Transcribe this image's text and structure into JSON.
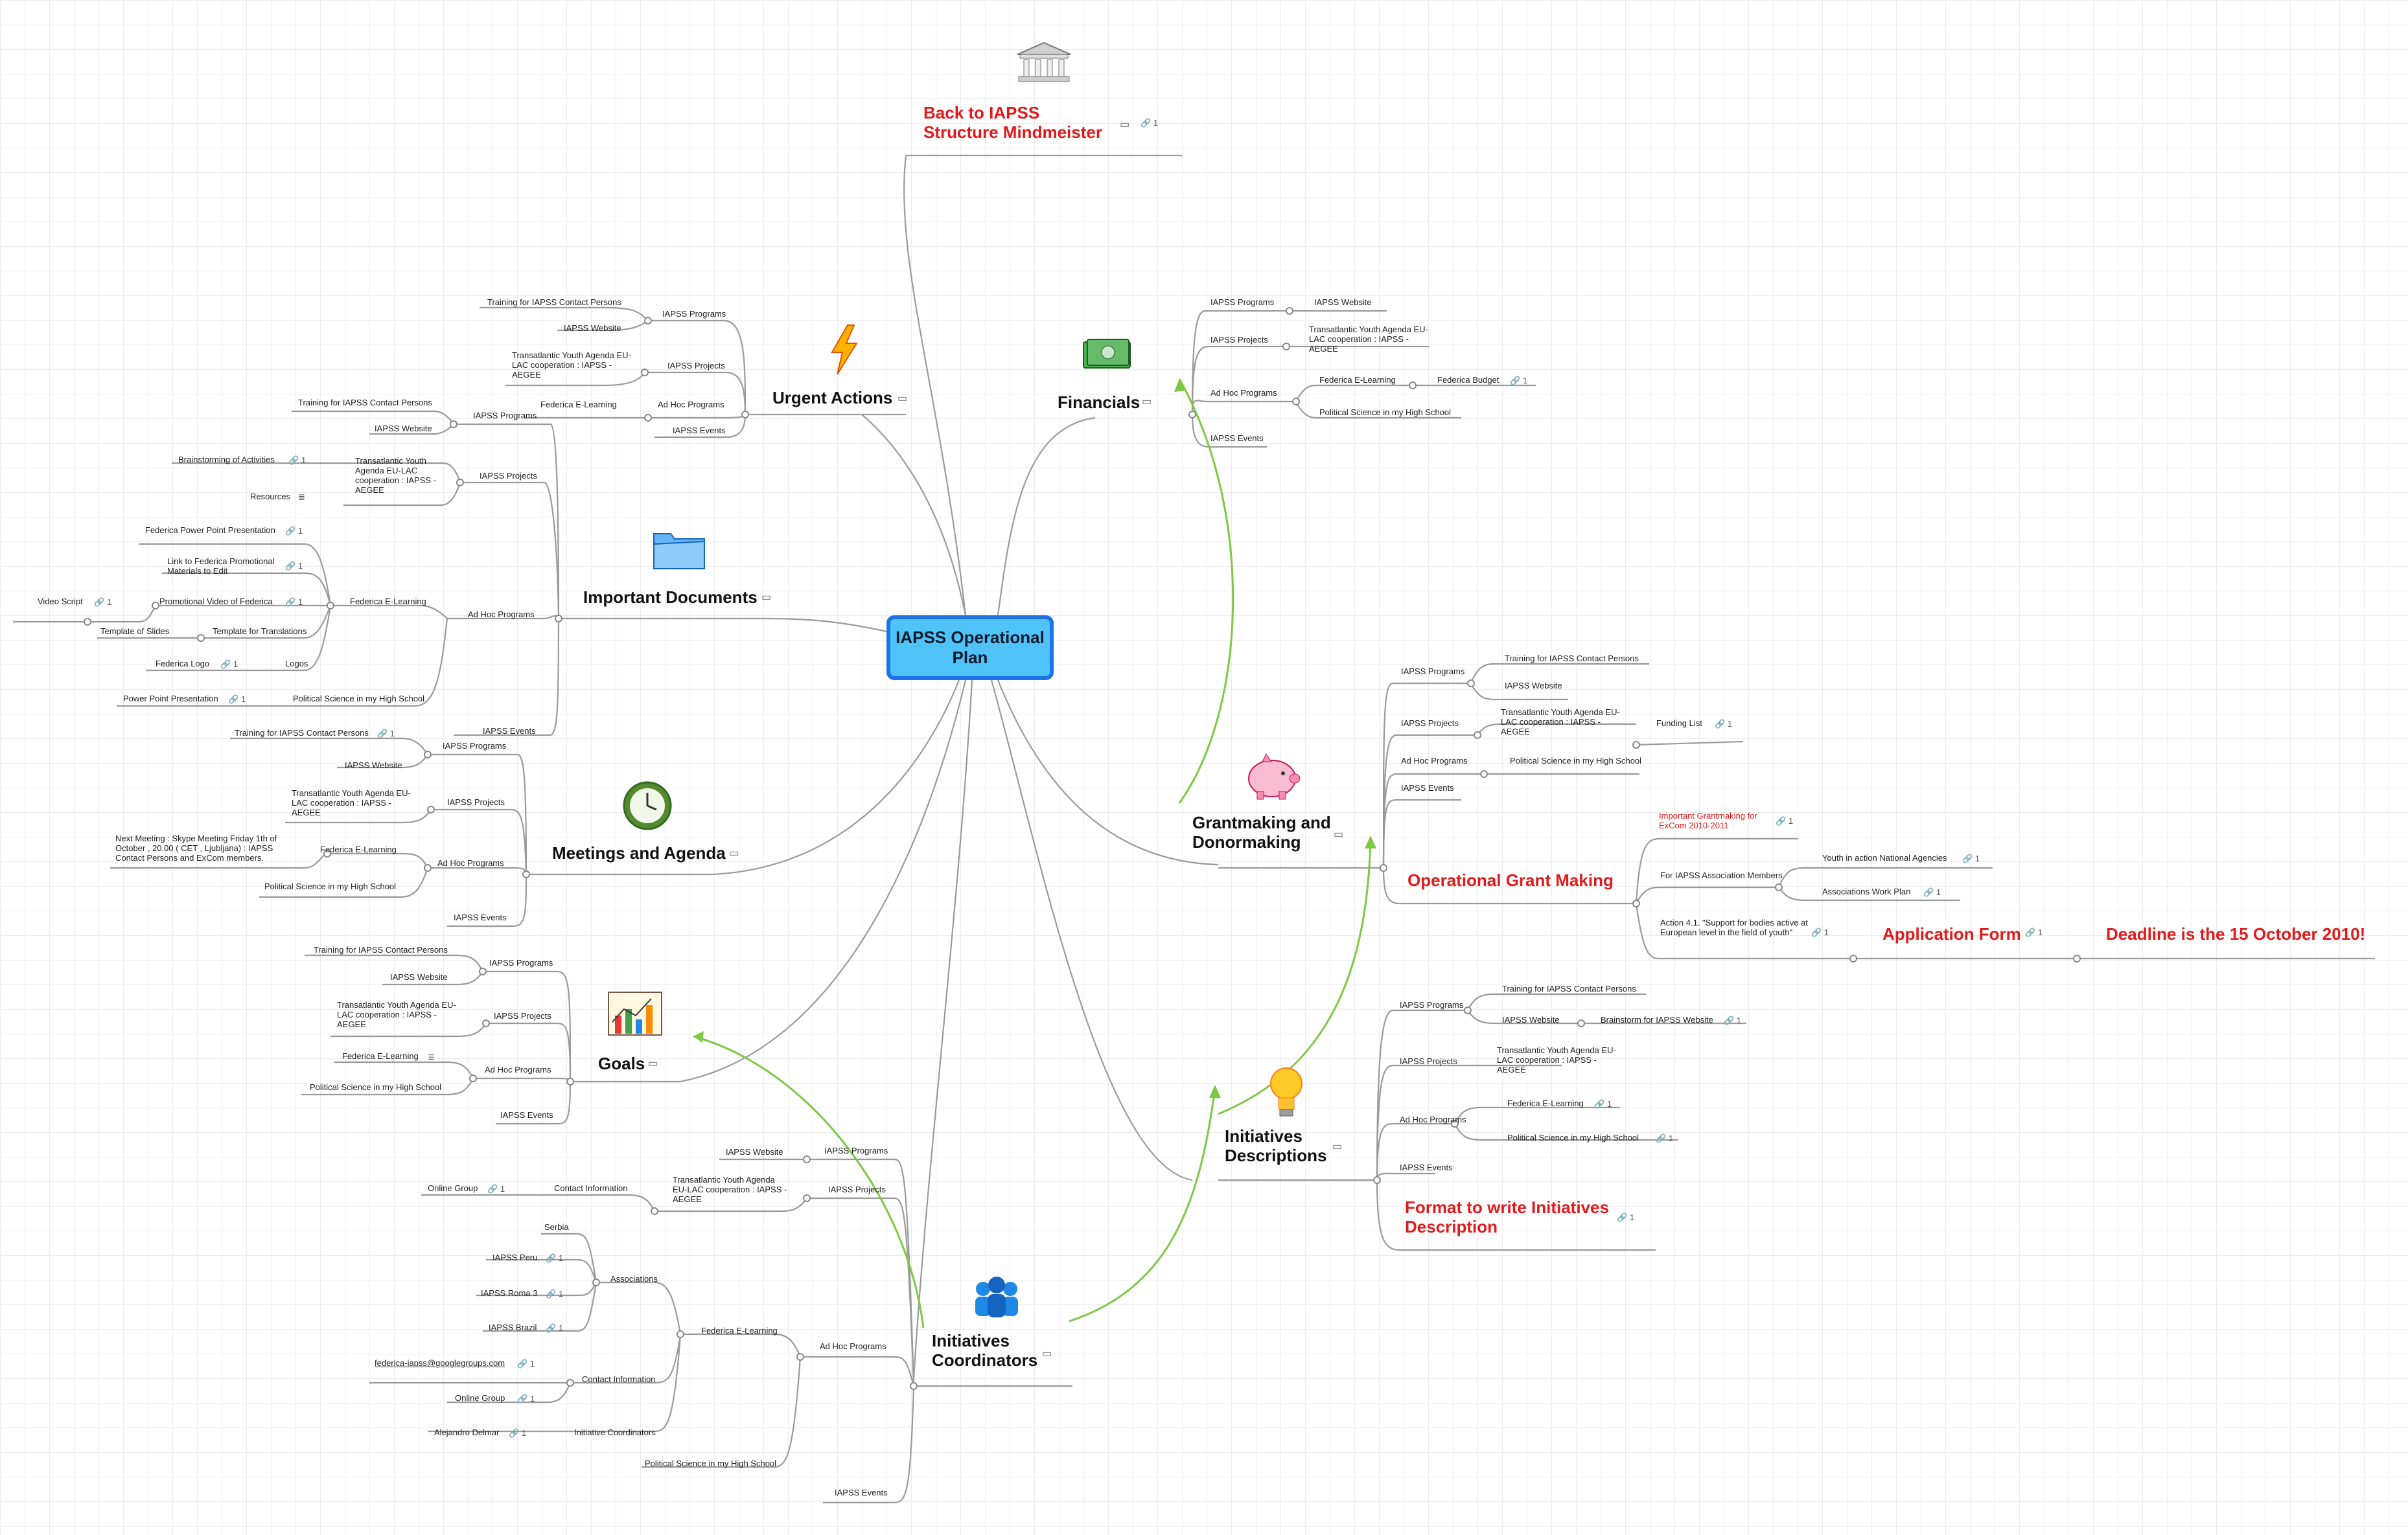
{
  "center": "IAPSS Operational Plan",
  "branches": {
    "back": "Back to IAPSS Structure Mindmeister",
    "urgent": "Urgent Actions",
    "financials": "Financials",
    "documents": "Important Documents",
    "meetings": "Meetings and Agenda",
    "goals": "Goals",
    "grantmaking": "Grantmaking and Donormaking",
    "initiatives": "Initiatives Descriptions",
    "coordinators": "Initiatives Coordinators"
  },
  "labels": {
    "iapss_programs": "IAPSS Programs",
    "iapss_projects": "IAPSS Projects",
    "ad_hoc_programs": "Ad Hoc Programs",
    "iapss_events": "IAPSS Events",
    "iapss_website": "IAPSS Website",
    "training": "Training for IAPSS Contact Persons",
    "youth_agenda": "Transatlantic Youth Agenda EU-LAC cooperation : IAPSS - AEGEE",
    "federica_elearning": "Federica E-Learning",
    "political_science": "Political Science in my High School",
    "federica_budget": "Federica Budget",
    "brainstorming": "Brainstorming of Activities",
    "resources": "Resources",
    "federica_ppt": "Federica Power Point Presentation",
    "link_federica": "Link to Federica Promotional Materials to Edit",
    "promo_video": "Promotional Video of Federica",
    "video_script": "Video Script",
    "template_translations": "Template for Translations",
    "template_slides": "Template of Slides",
    "logos": "Logos",
    "federica_logo": "Federica Logo",
    "ppt": "Power Point Presentation",
    "next_meeting": "Next Meeting : Skype Meeting Friday 1th of October , 20.00 ( CET , Ljubljana) : IAPSS Contact Persons and ExCom members.",
    "funding_list": "Funding List",
    "important_grantmaking": "Important Grantmaking for ExCom 2010-2011",
    "operational_grant": "Operational Grant Making",
    "for_members": "For IAPSS Association Members",
    "youth_in_action": "Youth in action National Agencies",
    "work_plan": "Associations Work Plan",
    "action_41": "Action 4.1. \"Support for bodies active at European level in the field of youth\"",
    "application_form": "Application Form",
    "deadline": "Deadline is the 15 October 2010!",
    "brainstorm_website": "Brainstorm  for IAPSS Website",
    "format": "Format to write Initiatives Description",
    "online_group": "Online Group",
    "contact_information": "Contact Information",
    "serbia": "Serbia",
    "iapss_peru": "IAPSS Peru",
    "iapss_roma": "IAPSS Roma 3",
    "iapss_brazil": "IAPSS Brazil",
    "associations": "Associations",
    "email": "federica-iapss@googlegroups.com",
    "alejandro": "Alejandro Delmar",
    "initiative_coordinators": "Initiative Coordinators",
    "one": "1"
  },
  "colors": {
    "center_fill": "#4fc3f7",
    "center_border": "#1a73e8",
    "red_text": "#e3191b",
    "green_arrow": "#7cc943",
    "line": "#9a9a9a"
  },
  "icons": {
    "back": "museum-building-icon",
    "urgent": "lightning-icon",
    "financials": "money-icon",
    "documents": "folder-icon",
    "meetings": "clock-icon",
    "goals": "chart-icon",
    "grantmaking": "piggy-bank-icon",
    "initiatives": "lightbulb-icon",
    "coordinators": "people-icon",
    "link": "link-icon",
    "picture": "picture-icon",
    "note": "note-icon"
  }
}
